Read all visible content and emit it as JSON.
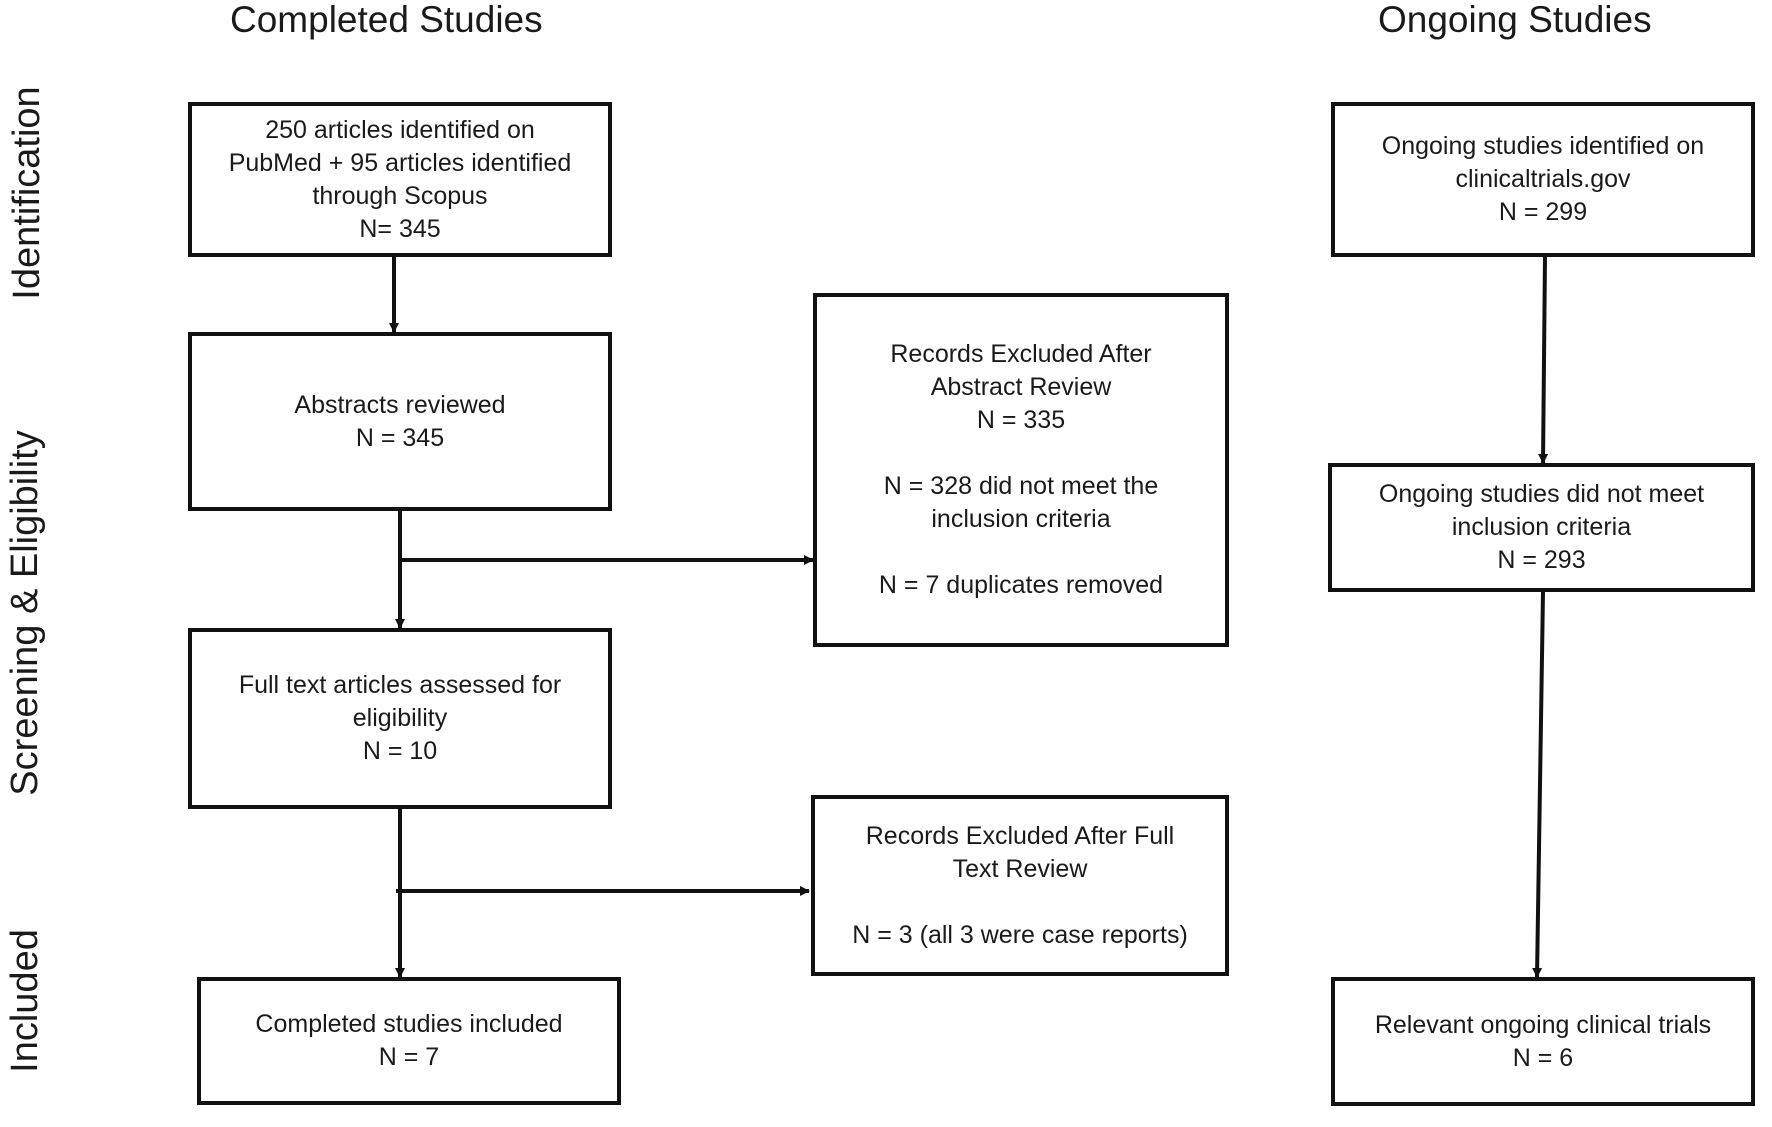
{
  "headings": {
    "completed": "Completed Studies",
    "ongoing": "Ongoing Studies"
  },
  "phases": {
    "identification": "Identification",
    "screening": "Screening & Eligibility",
    "included": "Included"
  },
  "completed": {
    "identified": [
      "250 articles identified on",
      "PubMed + 95 articles identified",
      "through Scopus",
      "N= 345"
    ],
    "abstracts": [
      "Abstracts reviewed",
      "N = 345"
    ],
    "fulltext": [
      "Full text articles assessed for",
      "eligibility",
      "N = 10"
    ],
    "included": [
      "Completed studies included",
      "N = 7"
    ]
  },
  "excluded": {
    "abstract": {
      "title": [
        "Records Excluded After",
        "Abstract Review",
        "N = 335"
      ],
      "criteria": [
        "N = 328 did not meet the",
        "inclusion criteria"
      ],
      "duplicates": "N = 7 duplicates removed"
    },
    "fulltext": {
      "title": [
        "Records Excluded After Full",
        "Text Review"
      ],
      "reason": "N = 3 (all 3 were case reports)"
    }
  },
  "ongoing": {
    "identified": [
      "Ongoing studies identified on",
      "clinicaltrials.gov",
      "N = 299"
    ],
    "not_met": [
      "Ongoing studies did not meet",
      "inclusion criteria",
      "N = 293"
    ],
    "relevant": [
      "Relevant ongoing clinical trials",
      "N = 6"
    ]
  }
}
